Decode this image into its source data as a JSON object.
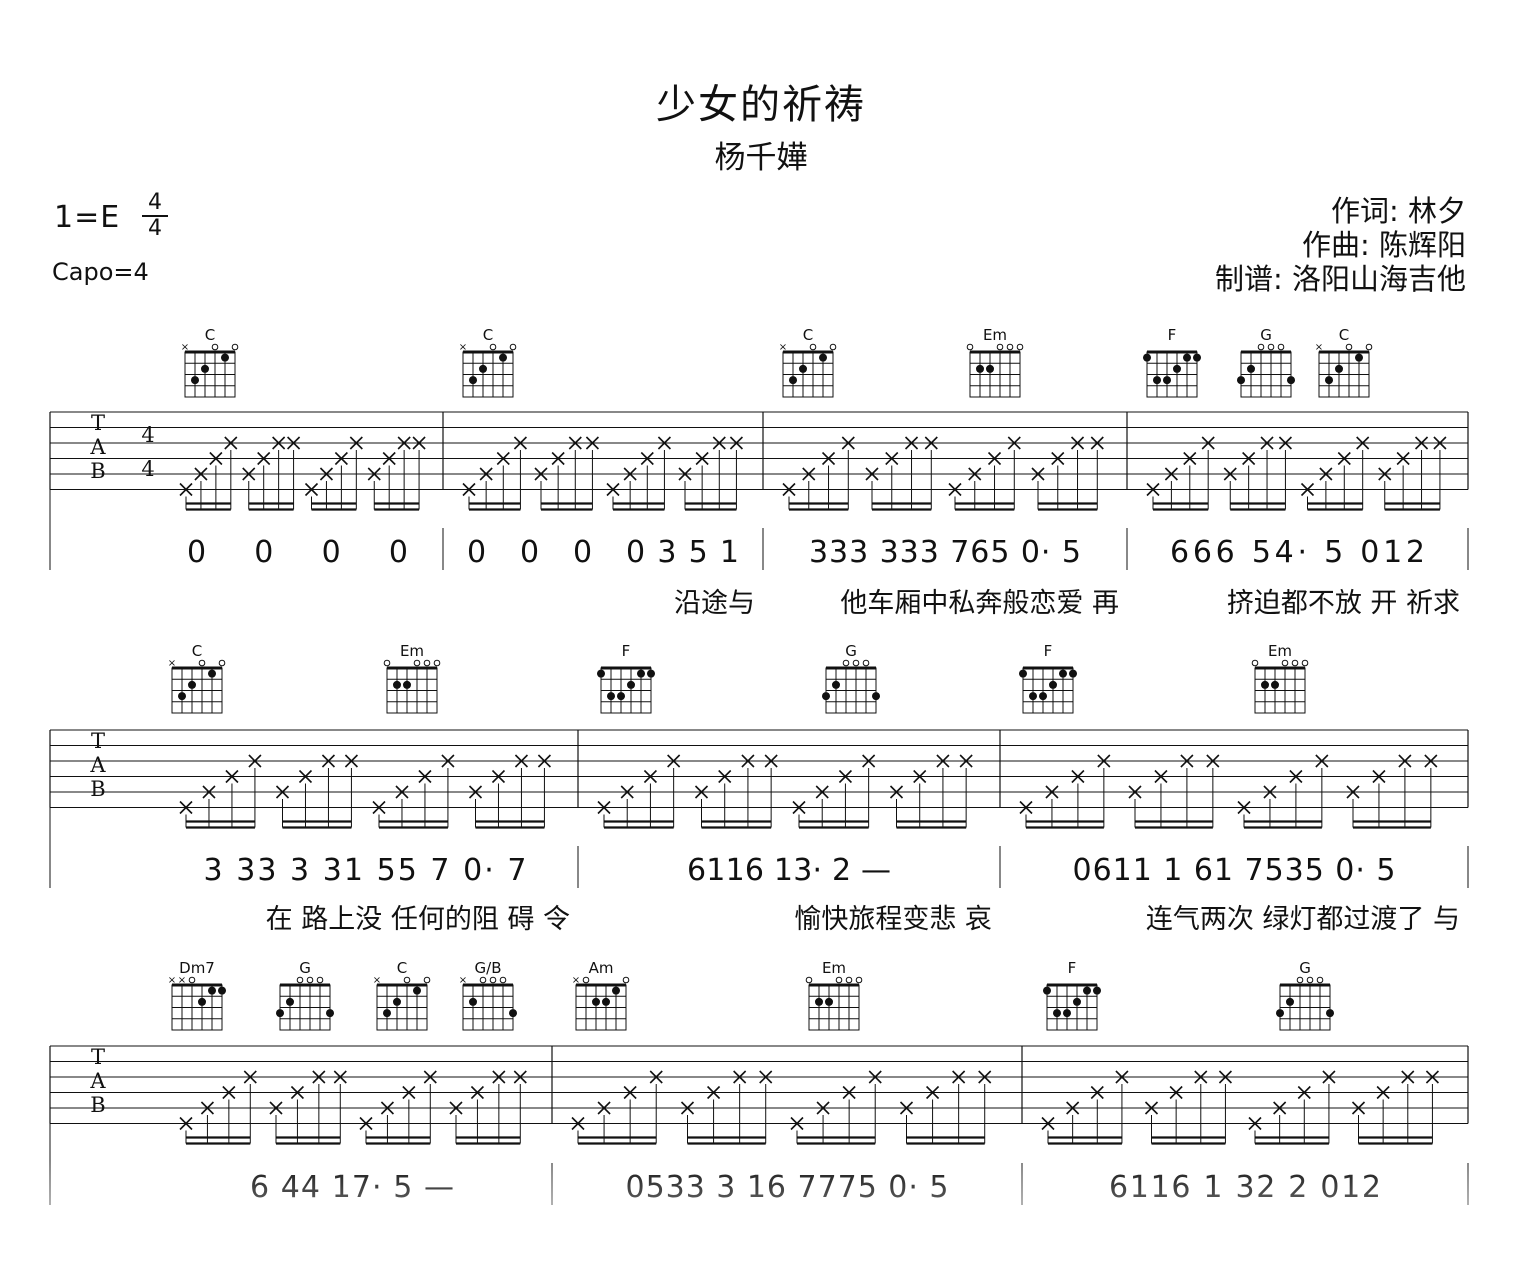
{
  "song": {
    "title": "少女的祈祷",
    "artist": "杨千嬅",
    "key": "1=E",
    "time_signature": {
      "top": "4",
      "bottom": "4"
    },
    "capo": "Capo=4",
    "credits": {
      "lyricist": "作词:  林夕",
      "composer": "作曲:  陈辉阳",
      "arranger": "制谱:  洛阳山海吉他"
    }
  },
  "tab_labels": [
    "T",
    "A",
    "B"
  ],
  "tab_time_signature": [
    "4",
    "4"
  ],
  "systems": [
    {
      "chords": [
        "C",
        "C",
        "C",
        "Em",
        "F",
        "G",
        "C"
      ],
      "measures": [
        {
          "notation": "0   0   0   0",
          "lyrics": ""
        },
        {
          "notation": "0   0   0   0351",
          "lyrics": "沿途与"
        },
        {
          "notation": "333 333 765 0· 5",
          "lyrics": "他车厢中私奔般恋爱   再"
        },
        {
          "notation": "666 54· 5   012",
          "lyrics": "挤迫都不放 开    祈求"
        }
      ]
    },
    {
      "chords": [
        "C",
        "Em",
        "F",
        "G",
        "F",
        "Em"
      ],
      "measures": [
        {
          "notation": "3 33 3 31 55 7 0· 7",
          "lyrics": "在 路上没 任何的阻 碍    令"
        },
        {
          "notation": "6116 13· 2 —",
          "lyrics": "愉快旅程变悲   哀"
        },
        {
          "notation": "0611 1 61 7535 0· 5",
          "lyrics": "连气两次 绿灯都过渡了    与"
        }
      ]
    },
    {
      "chords": [
        "Dm7",
        "G",
        "C",
        "G/B",
        "Am",
        "Em",
        "F",
        "G"
      ],
      "measures": [
        {
          "notation": "6 44 17· 5 —",
          "lyrics": ""
        },
        {
          "notation": "0533 3 16 7775 0· 5",
          "lyrics": ""
        },
        {
          "notation": "6116 1 32 2  012",
          "lyrics": ""
        }
      ]
    }
  ]
}
